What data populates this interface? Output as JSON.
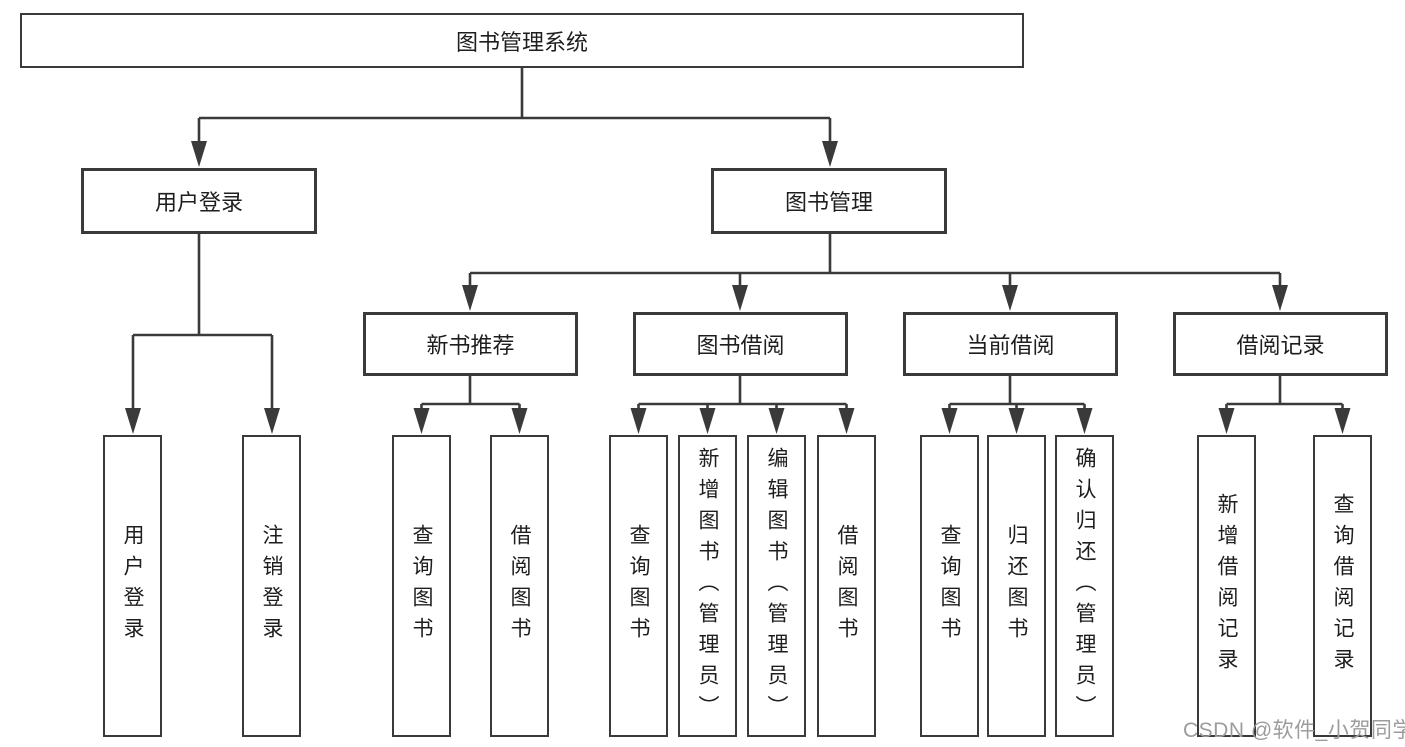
{
  "diagram": {
    "root": {
      "label": "图书管理系统"
    },
    "level1": [
      {
        "label": "用户登录"
      },
      {
        "label": "图书管理"
      }
    ],
    "level2": [
      {
        "label": "新书推荐"
      },
      {
        "label": "图书借阅"
      },
      {
        "label": "当前借阅"
      },
      {
        "label": "借阅记录"
      }
    ],
    "leaves": [
      {
        "label": "用户登录"
      },
      {
        "label": "注销登录"
      },
      {
        "label": "查询图书"
      },
      {
        "label": "借阅图书"
      },
      {
        "label": "查询图书"
      },
      {
        "label": "新增图书（管理员）"
      },
      {
        "label": "编辑图书（管理员）"
      },
      {
        "label": "借阅图书"
      },
      {
        "label": "查询图书"
      },
      {
        "label": "归还图书"
      },
      {
        "label": "确认归还（管理员）"
      },
      {
        "label": "新增借阅记录"
      },
      {
        "label": "查询借阅记录"
      }
    ]
  },
  "watermark": {
    "text": "CSDN @软件_小贺同学"
  },
  "colors": {
    "line": "#3a3a3a",
    "text": "#1e1e1e",
    "watermark_gray": "#9c9c9c",
    "background": "#ffffff"
  }
}
